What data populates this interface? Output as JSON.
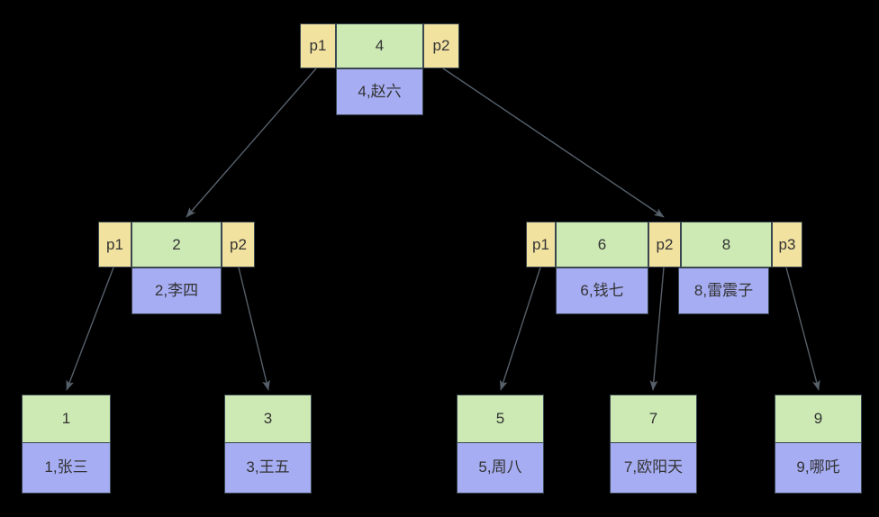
{
  "diagram": {
    "type": "b-plus-tree",
    "title": "",
    "colors": {
      "background": "#000000",
      "pointer_cell": "#f2e2a0",
      "key_cell": "#cdeab4",
      "data_cell": "#a6adf3",
      "border": "#3a4750",
      "edge": "#56606a",
      "text": "#333333"
    }
  },
  "root": {
    "pointers": [
      "p1",
      "p2"
    ],
    "keys": [
      "4"
    ],
    "data": [
      "4,赵六"
    ],
    "cells": [
      {
        "kind": "ptr",
        "label": "p1"
      },
      {
        "kind": "key",
        "label": "4"
      },
      {
        "kind": "ptr",
        "label": "p2"
      }
    ]
  },
  "internal_left": {
    "pointers": [
      "p1",
      "p2"
    ],
    "keys": [
      "2"
    ],
    "data": [
      "2,李四"
    ],
    "cells": [
      {
        "kind": "ptr",
        "label": "p1"
      },
      {
        "kind": "key",
        "label": "2"
      },
      {
        "kind": "ptr",
        "label": "p2"
      }
    ]
  },
  "internal_right": {
    "pointers": [
      "p1",
      "p2",
      "p3"
    ],
    "keys": [
      "6",
      "8"
    ],
    "data": [
      "6,钱七",
      "8,雷震子"
    ],
    "cells": [
      {
        "kind": "ptr",
        "label": "p1"
      },
      {
        "kind": "key",
        "label": "6"
      },
      {
        "kind": "ptr",
        "label": "p2"
      },
      {
        "kind": "key",
        "label": "8"
      },
      {
        "kind": "ptr",
        "label": "p3"
      }
    ]
  },
  "leaves": [
    {
      "key": "1",
      "data": "1,张三"
    },
    {
      "key": "3",
      "data": "3,王五"
    },
    {
      "key": "5",
      "data": "5,周八"
    },
    {
      "key": "7",
      "data": "7,欧阳天"
    },
    {
      "key": "9",
      "data": "9,哪吒"
    }
  ]
}
